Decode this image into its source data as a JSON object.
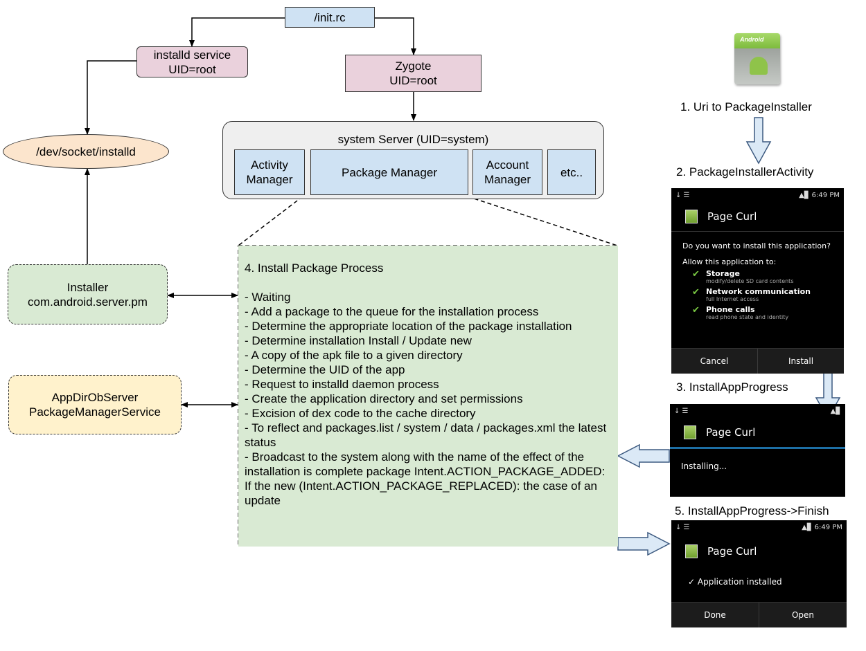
{
  "nodes": {
    "init": "/init.rc",
    "installd_service": "installd service\nUID=root",
    "zygote": "Zygote\nUID=root",
    "dev_socket": "/dev/socket/installd",
    "system_server": "system Server (UID=system)",
    "activity_manager": "Activity\nManager",
    "package_manager": "Package Manager",
    "account_manager": "Account\nManager",
    "etc": "etc..",
    "installer": "Installer\ncom.android.server.pm",
    "appdir": "AppDirObServer\nPackageManagerService"
  },
  "process": {
    "title": "4. Install Package Process",
    "steps": [
      "- Waiting",
      "- Add a package to the queue for the installation process",
      "- Determine the appropriate location of the package installation",
      "- Determine installation Install / Update new",
      "- A copy of the apk file to a given directory",
      "- Determine the UID of the app",
      "- Request to installd daemon process",
      "- Create the application directory and set permissions",
      "- Excision of dex code to the cache directory",
      "- To reflect and packages.list / system / data / packages.xml the latest status",
      "- Broadcast to the system along with the name of the effect of the installation is complete package Intent.ACTION_PACKAGE_ADDED:",
      "If the new (Intent.ACTION_PACKAGE_REPLACED): the case of an update"
    ]
  },
  "flow_labels": {
    "step1": "1. Uri to PackageInstaller",
    "step2": "2. PackageInstallerActivity",
    "step3": "3. InstallAppProgress",
    "step5": "5. InstallAppProgress->Finish"
  },
  "icons": {
    "app_icon": "android-app-icon",
    "logo_text": "Android"
  },
  "screens": {
    "status_time": "6:49",
    "status_ampm": "PM",
    "app_title": "Page Curl",
    "install": {
      "question": "Do you want to install this application?",
      "allow": "Allow this application to:",
      "permissions": [
        {
          "title": "Storage",
          "sub": "modify/delete SD card contents"
        },
        {
          "title": "Network communication",
          "sub": "full Internet access"
        },
        {
          "title": "Phone calls",
          "sub": "read phone state and identity"
        }
      ],
      "cancel": "Cancel",
      "install": "Install"
    },
    "progress": {
      "text": "Installing..."
    },
    "finish": {
      "text": "Application installed",
      "done": "Done",
      "open": "Open"
    }
  },
  "colors": {
    "node_blue": "#cfe2f3",
    "node_pink": "#ead1dc",
    "process_green": "#d9ead3",
    "socket_orange": "#fce5cd",
    "observer_yellow": "#fff2cc",
    "progress_blue": "#1d6fa5",
    "check_green": "#7ac943"
  }
}
